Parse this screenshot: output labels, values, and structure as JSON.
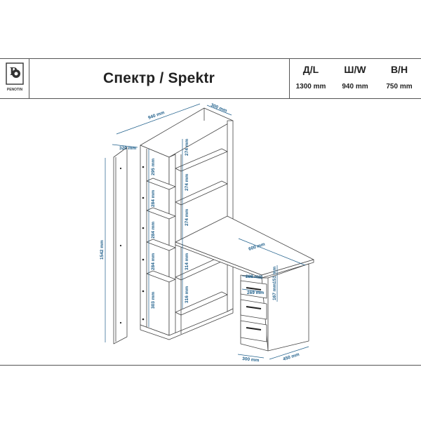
{
  "header": {
    "logo_text": "PENOTIN",
    "title": "Спектр  / Spektr",
    "specs": [
      {
        "label": "Д/L",
        "value": "1300 mm"
      },
      {
        "label": "Ш/W",
        "value": "940 mm"
      },
      {
        "label": "В/Н",
        "value": "750 mm"
      }
    ]
  },
  "dimensions": {
    "top_width": "940 mm",
    "top_depth": "300 mm",
    "door_depth": "320 mm",
    "total_height": "1542 mm",
    "left_shelves": [
      "295 mm",
      "284 mm",
      "284 mm",
      "284 mm",
      "303 mm"
    ],
    "right_shelves": [
      "274 mm",
      "274 mm",
      "274 mm",
      "314 mm",
      "316 mm"
    ],
    "desk_length": "600 mm",
    "drawer_heights": [
      "151 mm",
      "167 mm"
    ],
    "drawer_widths": [
      "288 mm",
      "269 mm"
    ],
    "base_depth": "300 mm",
    "base_width": "450 mm"
  },
  "colors": {
    "line": "#444444",
    "dimension": "#1d5e8a",
    "border": "#555555"
  }
}
